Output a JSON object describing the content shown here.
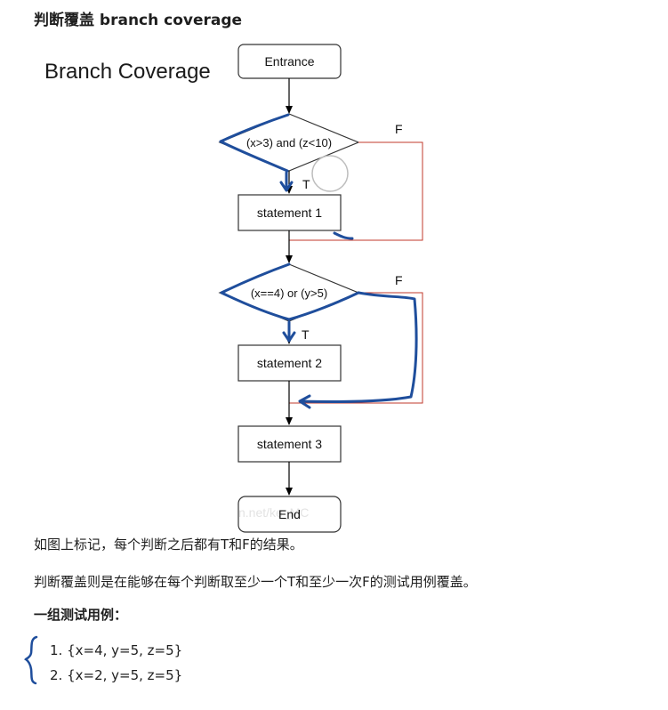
{
  "page": {
    "heading": "判断覆盖 branch coverage",
    "paragraph1": "如图上标记，每个判断之后都有T和F的结果。",
    "paragraph2": "判断覆盖则是在能够在每个判断取至少一个T和至少一次F的测试用例覆盖。",
    "test_heading": "一组测试用例：",
    "test_cases": [
      "1.  {x=4, y=5, z=5}",
      "2.  {x=2, y=5, z=5}"
    ]
  },
  "diagram": {
    "title": "Branch Coverage",
    "entrance": "Entrance",
    "decision1": "(x>3) and (z<10)",
    "decision2": "(x==4) or (y>5)",
    "statement1": "statement 1",
    "statement2": "statement 2",
    "statement3": "statement 3",
    "end": "End",
    "true_label": "T",
    "false_label": "F",
    "watermark": "n.net/ke_MC",
    "colors": {
      "line": "#000000",
      "false_branch": "#c0392b",
      "annotation": "#1f4e9c",
      "box_border": "#333333"
    }
  }
}
